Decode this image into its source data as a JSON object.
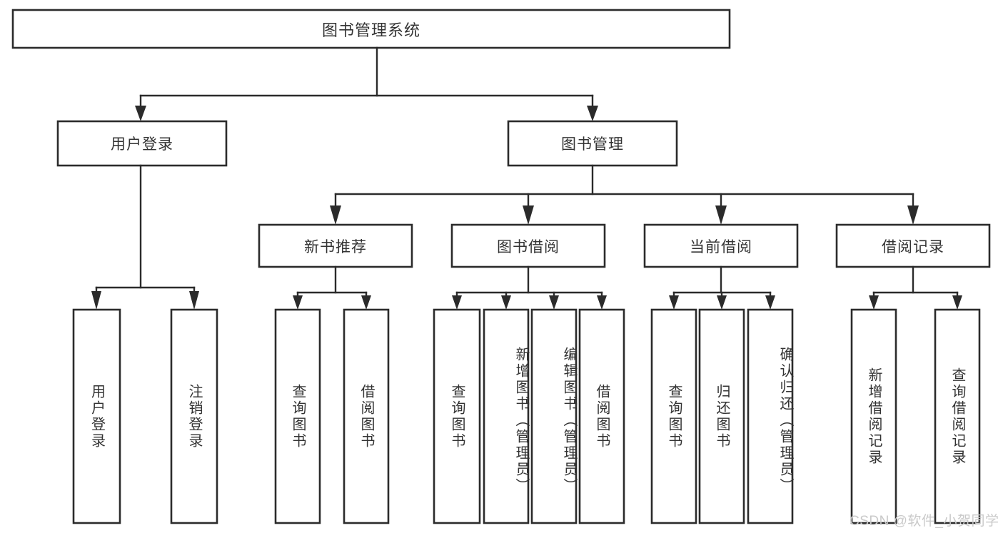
{
  "diagram": {
    "type": "tree",
    "title": "图书管理系统",
    "watermark": "CSDN @软件_小贺同学",
    "colors": {
      "stroke": "#2b2b2b",
      "fill": "#ffffff",
      "text": "#333333",
      "watermark": "#c9c9c9"
    },
    "levels": {
      "root": {
        "label": "图书管理系统"
      },
      "level2": [
        {
          "label": "用户登录"
        },
        {
          "label": "图书管理"
        }
      ],
      "level3": [
        {
          "label": "新书推荐"
        },
        {
          "label": "图书借阅"
        },
        {
          "label": "当前借阅"
        },
        {
          "label": "借阅记录"
        }
      ],
      "leaves": {
        "user_login": [
          {
            "label": "用户登录"
          },
          {
            "label": "注销登录"
          }
        ],
        "new_book_recommend": [
          {
            "label": "查询图书"
          },
          {
            "label": "借阅图书"
          }
        ],
        "book_borrow": [
          {
            "label": "查询图书"
          },
          {
            "label": "新增图书（管理员）"
          },
          {
            "label": "编辑图书（管理员）"
          },
          {
            "label": "借阅图书"
          }
        ],
        "current_borrow": [
          {
            "label": "查询图书"
          },
          {
            "label": "归还图书"
          },
          {
            "label": "确认归还（管理员）"
          }
        ],
        "borrow_record": [
          {
            "label": "新增借阅记录"
          },
          {
            "label": "查询借阅记录"
          }
        ]
      }
    }
  }
}
